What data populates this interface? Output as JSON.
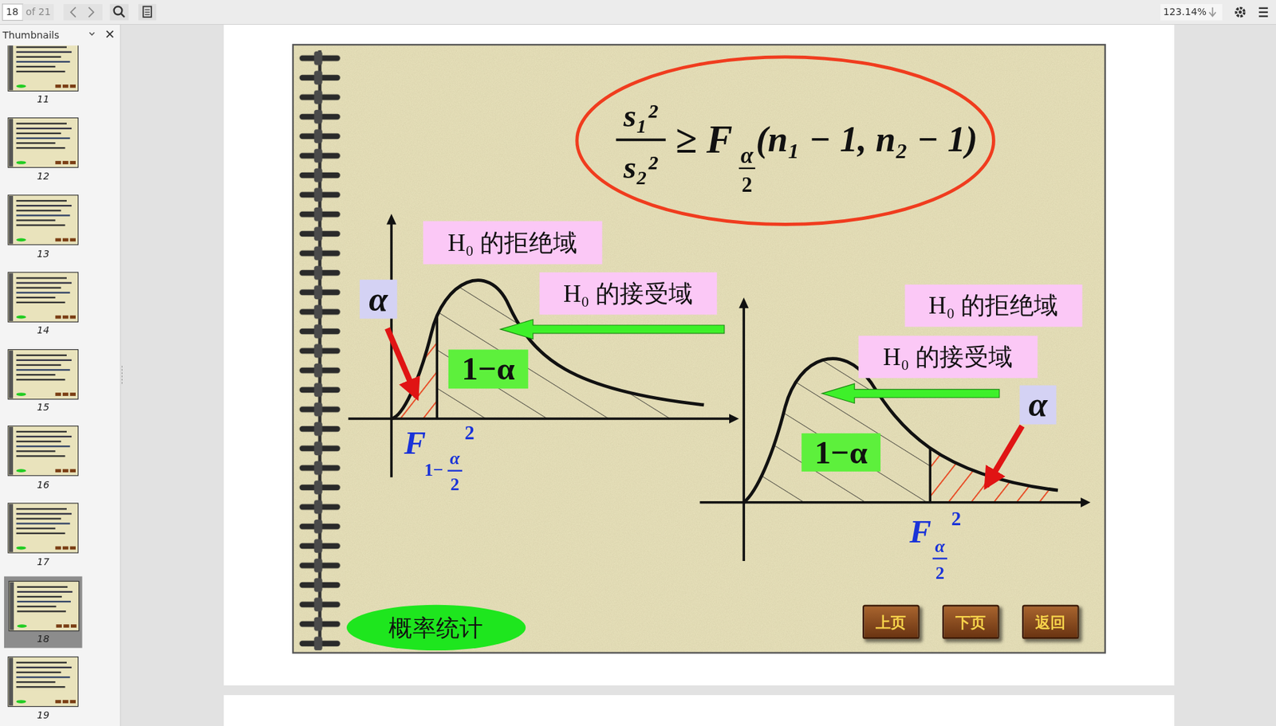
{
  "diagram": {
    "nodes": [
      {
        "text": [
          "s₁²",
          "s₂²",
          "≥ F",
          "α",
          "2",
          "(n₁ − 1, n₂ − 1)"
        ]
      },
      {
        "text": [
          "H₀ 的拒绝域"
        ]
      },
      {
        "text": [
          "H₀ 的接受域"
        ]
      },
      {
        "text": [
          "α"
        ]
      },
      {
        "text": [
          "H₀ 的拒绝域"
        ]
      },
      {
        "text": [
          "H₀ 的接受域"
        ]
      },
      {
        "text": [
          "1−α"
        ]
      },
      {
        "text": [
          "α"
        ]
      },
      {
        "text": [
          "1−α"
        ]
      },
      {
        "text": [
          "概率统计"
        ]
      },
      {
        "text": [
          "上页"
        ]
      },
      {
        "text": [
          "下页"
        ]
      },
      {
        "text": [
          "返回"
        ]
      }
    ],
    "labels": [
      "18",
      "of 21",
      "123.14%",
      "Thumbnails",
      "11",
      "12",
      "13",
      "14",
      "15",
      "16",
      "17",
      "18",
      "19",
      "F",
      "2",
      "1−",
      "α",
      "2",
      "F",
      "2",
      "α",
      "2"
    ]
  }
}
